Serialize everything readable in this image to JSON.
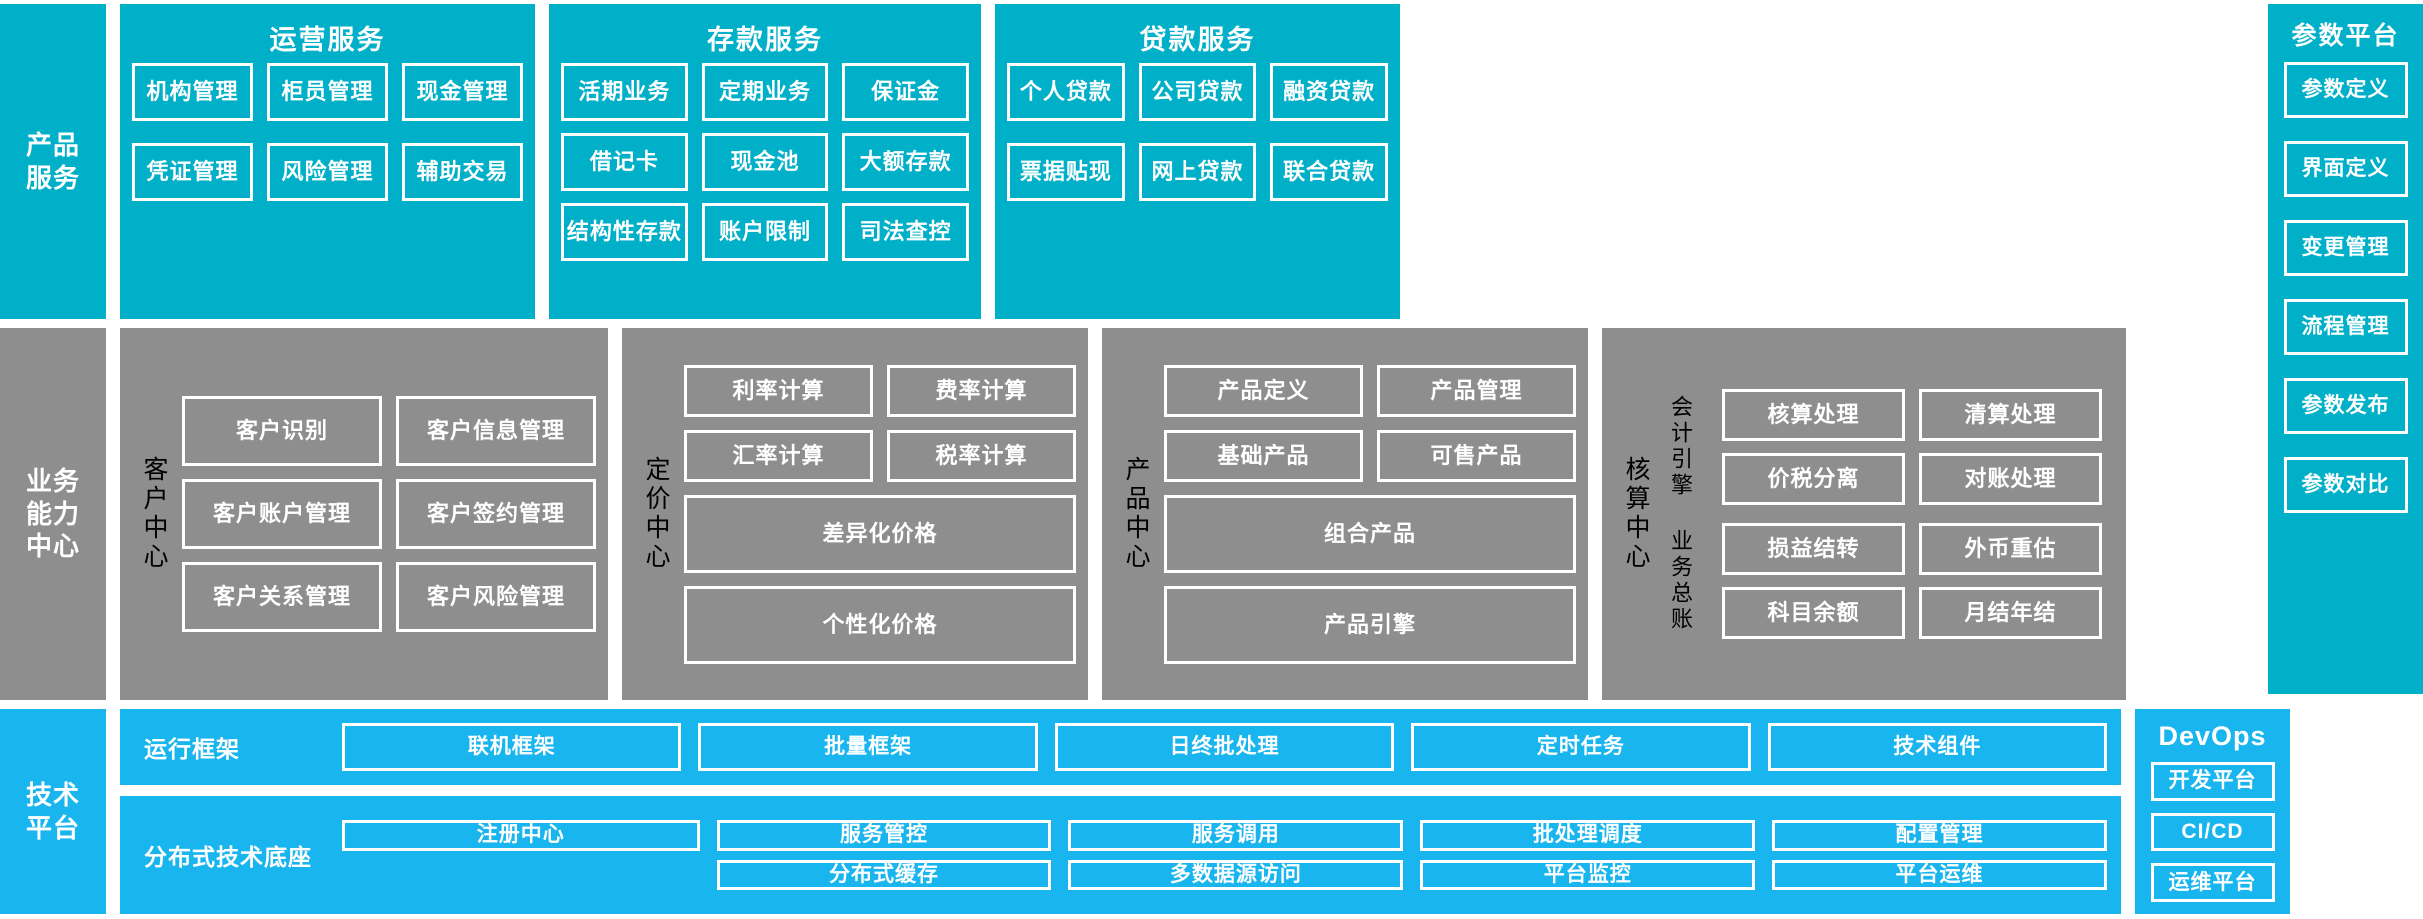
{
  "layers": {
    "product_service": {
      "label_lines": [
        "产品",
        "服务"
      ],
      "color": "#00AFC8"
    },
    "business_capability": {
      "label_lines": [
        "业务",
        "能力",
        "中心"
      ],
      "color": "#8E8E8E"
    },
    "tech_platform": {
      "label_lines": [
        "技术",
        "平台"
      ],
      "color": "#19B5EF"
    }
  },
  "product_service": {
    "panels": [
      {
        "title": "运营服务",
        "rows": [
          [
            "机构管理",
            "柜员管理",
            "现金管理"
          ],
          [
            "凭证管理",
            "风险管理",
            "辅助交易"
          ]
        ]
      },
      {
        "title": "存款服务",
        "rows": [
          [
            "活期业务",
            "定期业务",
            "保证金"
          ],
          [
            "借记卡",
            "现金池",
            "大额存款"
          ],
          [
            "结构性存款",
            "账户限制",
            "司法查控"
          ]
        ]
      },
      {
        "title": "贷款服务",
        "rows": [
          [
            "个人贷款",
            "公司贷款",
            "融资贷款"
          ],
          [
            "票据贴现",
            "网上贷款",
            "联合贷款"
          ]
        ]
      }
    ]
  },
  "parameter_platform": {
    "title": "参数平台",
    "items": [
      "参数定义",
      "界面定义",
      "变更管理",
      "流程管理",
      "参数发布",
      "参数对比"
    ]
  },
  "business_capability": {
    "centers": [
      {
        "name": "客户中心",
        "rows": [
          [
            "客户识别",
            "客户信息管理"
          ],
          [
            "客户账户管理",
            "客户签约管理"
          ],
          [
            "客户关系管理",
            "客户风险管理"
          ]
        ]
      },
      {
        "name": "定价中心",
        "rows": [
          [
            "利率计算",
            "费率计算"
          ],
          [
            "汇率计算",
            "税率计算"
          ],
          [
            "差异化价格"
          ],
          [
            "个性化价格"
          ]
        ]
      },
      {
        "name": "产品中心",
        "rows": [
          [
            "产品定义",
            "产品管理"
          ],
          [
            "基础产品",
            "可售产品"
          ],
          [
            "组合产品"
          ],
          [
            "产品引擎"
          ]
        ]
      },
      {
        "name": "核算中心",
        "groups": [
          {
            "name": "会计引擎",
            "rows": [
              [
                "核算处理",
                "清算处理"
              ],
              [
                "价税分离",
                "对账处理"
              ]
            ]
          },
          {
            "name": "业务总账",
            "rows": [
              [
                "损益结转",
                "外币重估"
              ],
              [
                "科目余额",
                "月结年结"
              ]
            ]
          }
        ]
      }
    ]
  },
  "tech_platform": {
    "bands": [
      {
        "label": "运行框架",
        "tiles": [
          "联机框架",
          "批量框架",
          "日终批处理",
          "定时任务",
          "技术组件"
        ]
      },
      {
        "label": "分布式技术底座",
        "primary": "注册中心",
        "columns": [
          [
            "服务管控",
            "分布式缓存"
          ],
          [
            "服务调用",
            "多数据源访问"
          ],
          [
            "批处理调度",
            "平台监控"
          ],
          [
            "配置管理",
            "平台运维"
          ]
        ]
      }
    ]
  },
  "devops": {
    "title": "DevOps",
    "items": [
      "开发平台",
      "CI/CD",
      "运维平台"
    ]
  }
}
